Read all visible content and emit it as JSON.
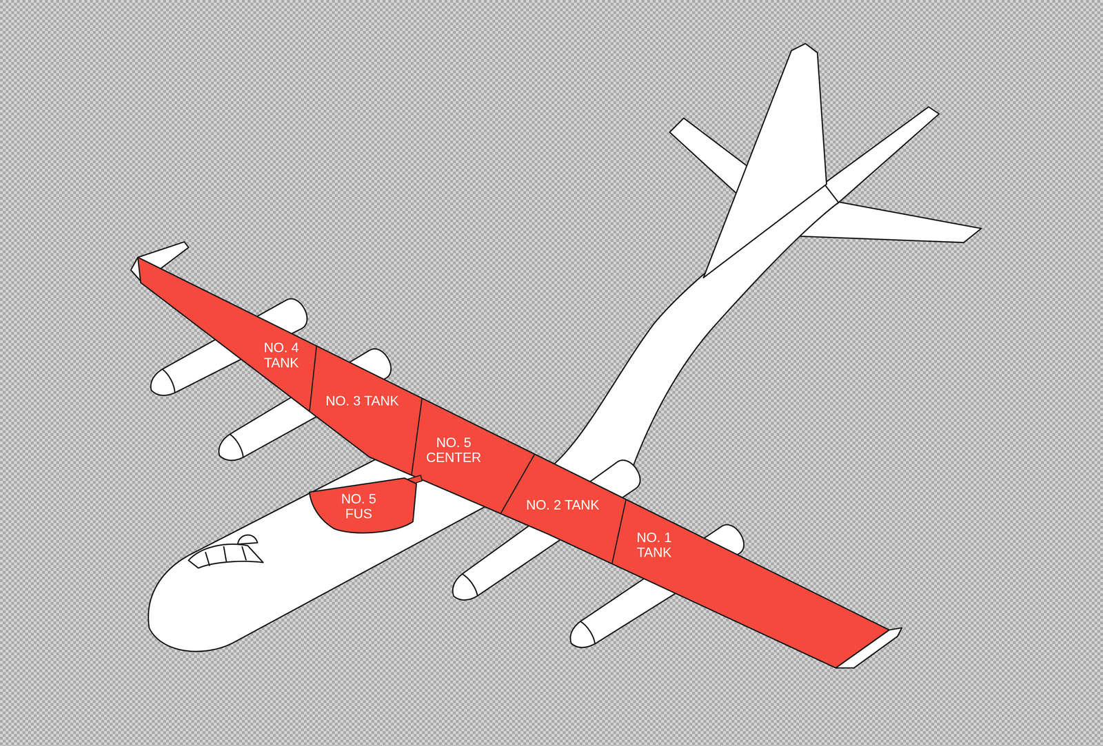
{
  "diagram": {
    "nodes": [
      {
        "text": [
          "NO. 4 TANK"
        ]
      },
      {
        "text": [
          "NO. 3 TANK"
        ]
      },
      {
        "text": [
          "NO. 5 CENTER"
        ]
      },
      {
        "text": [
          "NO. 5 FUS"
        ]
      },
      {
        "text": [
          "NO. 2 TANK"
        ]
      },
      {
        "text": [
          "NO. 1 TANK"
        ]
      }
    ]
  }
}
